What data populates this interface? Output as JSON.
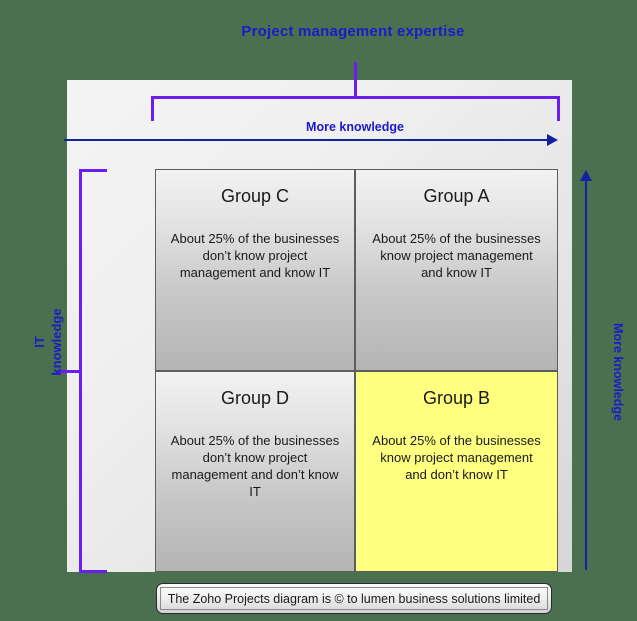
{
  "title": "Project management expertise",
  "axes": {
    "horizontal_label": "More knowledge",
    "vertical_right_label": "More knowledge",
    "vertical_left_label_line1": "IT",
    "vertical_left_label_line2": "knowledge"
  },
  "colors": {
    "page_background": "#4a7050",
    "bracket": "#6a1ff0",
    "arrow": "#12219c",
    "label_text": "#1b1bc8",
    "highlight_cell": "#ffff80",
    "cell_border": "#5d5d5d"
  },
  "quadrants": [
    {
      "id": "group-c",
      "heading": "Group C",
      "body": "About 25% of the businesses don’t know project management and know IT",
      "highlighted": false
    },
    {
      "id": "group-a",
      "heading": "Group A",
      "body": "About 25% of the businesses know project management and know IT",
      "highlighted": false
    },
    {
      "id": "group-d",
      "heading": "Group D",
      "body": "About 25% of the businesses don’t know project management and don’t know IT",
      "highlighted": false
    },
    {
      "id": "group-b",
      "heading": "Group B",
      "body": "About 25% of the businesses know project management and don’t know IT",
      "highlighted": true
    }
  ],
  "footer": {
    "text": "The Zoho Projects diagram is © to lumen business solutions limited"
  }
}
